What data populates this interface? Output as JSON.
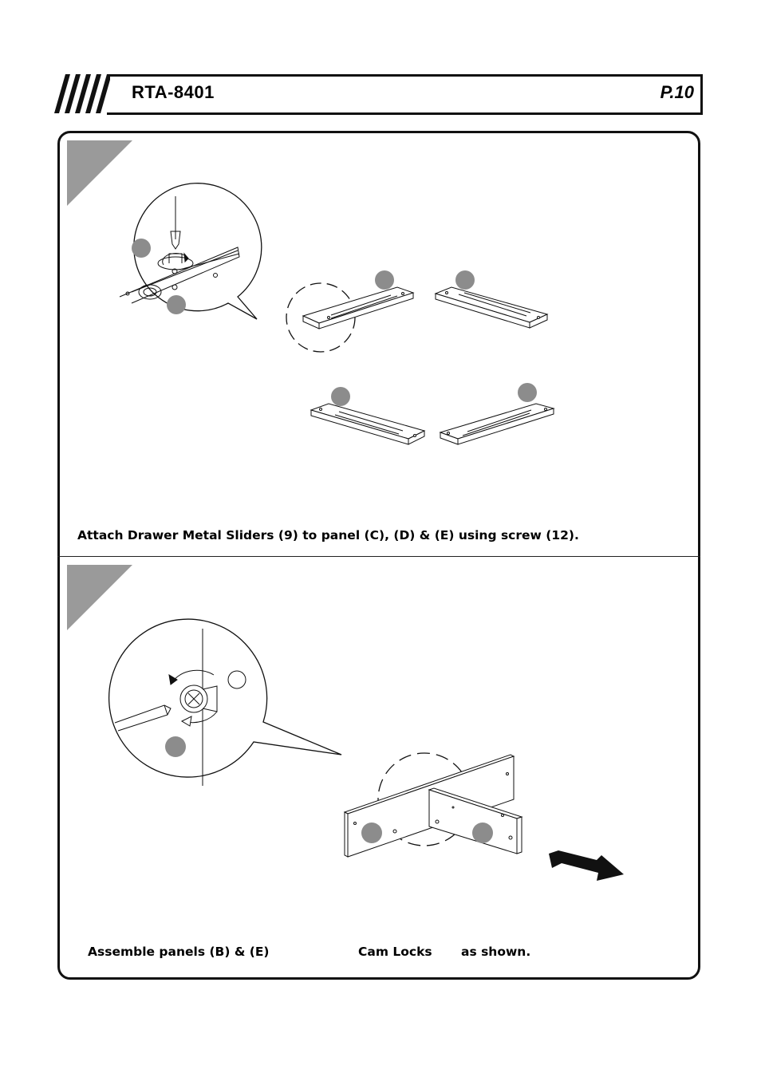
{
  "header": {
    "model": "RTA-8401",
    "page": "P.10"
  },
  "step1": {
    "caption": "Attach Drawer Metal Sliders (9) to panel (C), (D) & (E) using screw (12)."
  },
  "step2": {
    "caption_part1": "Assemble  panels (B) & (E)",
    "caption_part2": "Cam Locks",
    "caption_part3": "as shown."
  },
  "colors": {
    "step_corner": "#9a9a9a",
    "part_marker": "#8c8c8c",
    "line": "#111111"
  }
}
